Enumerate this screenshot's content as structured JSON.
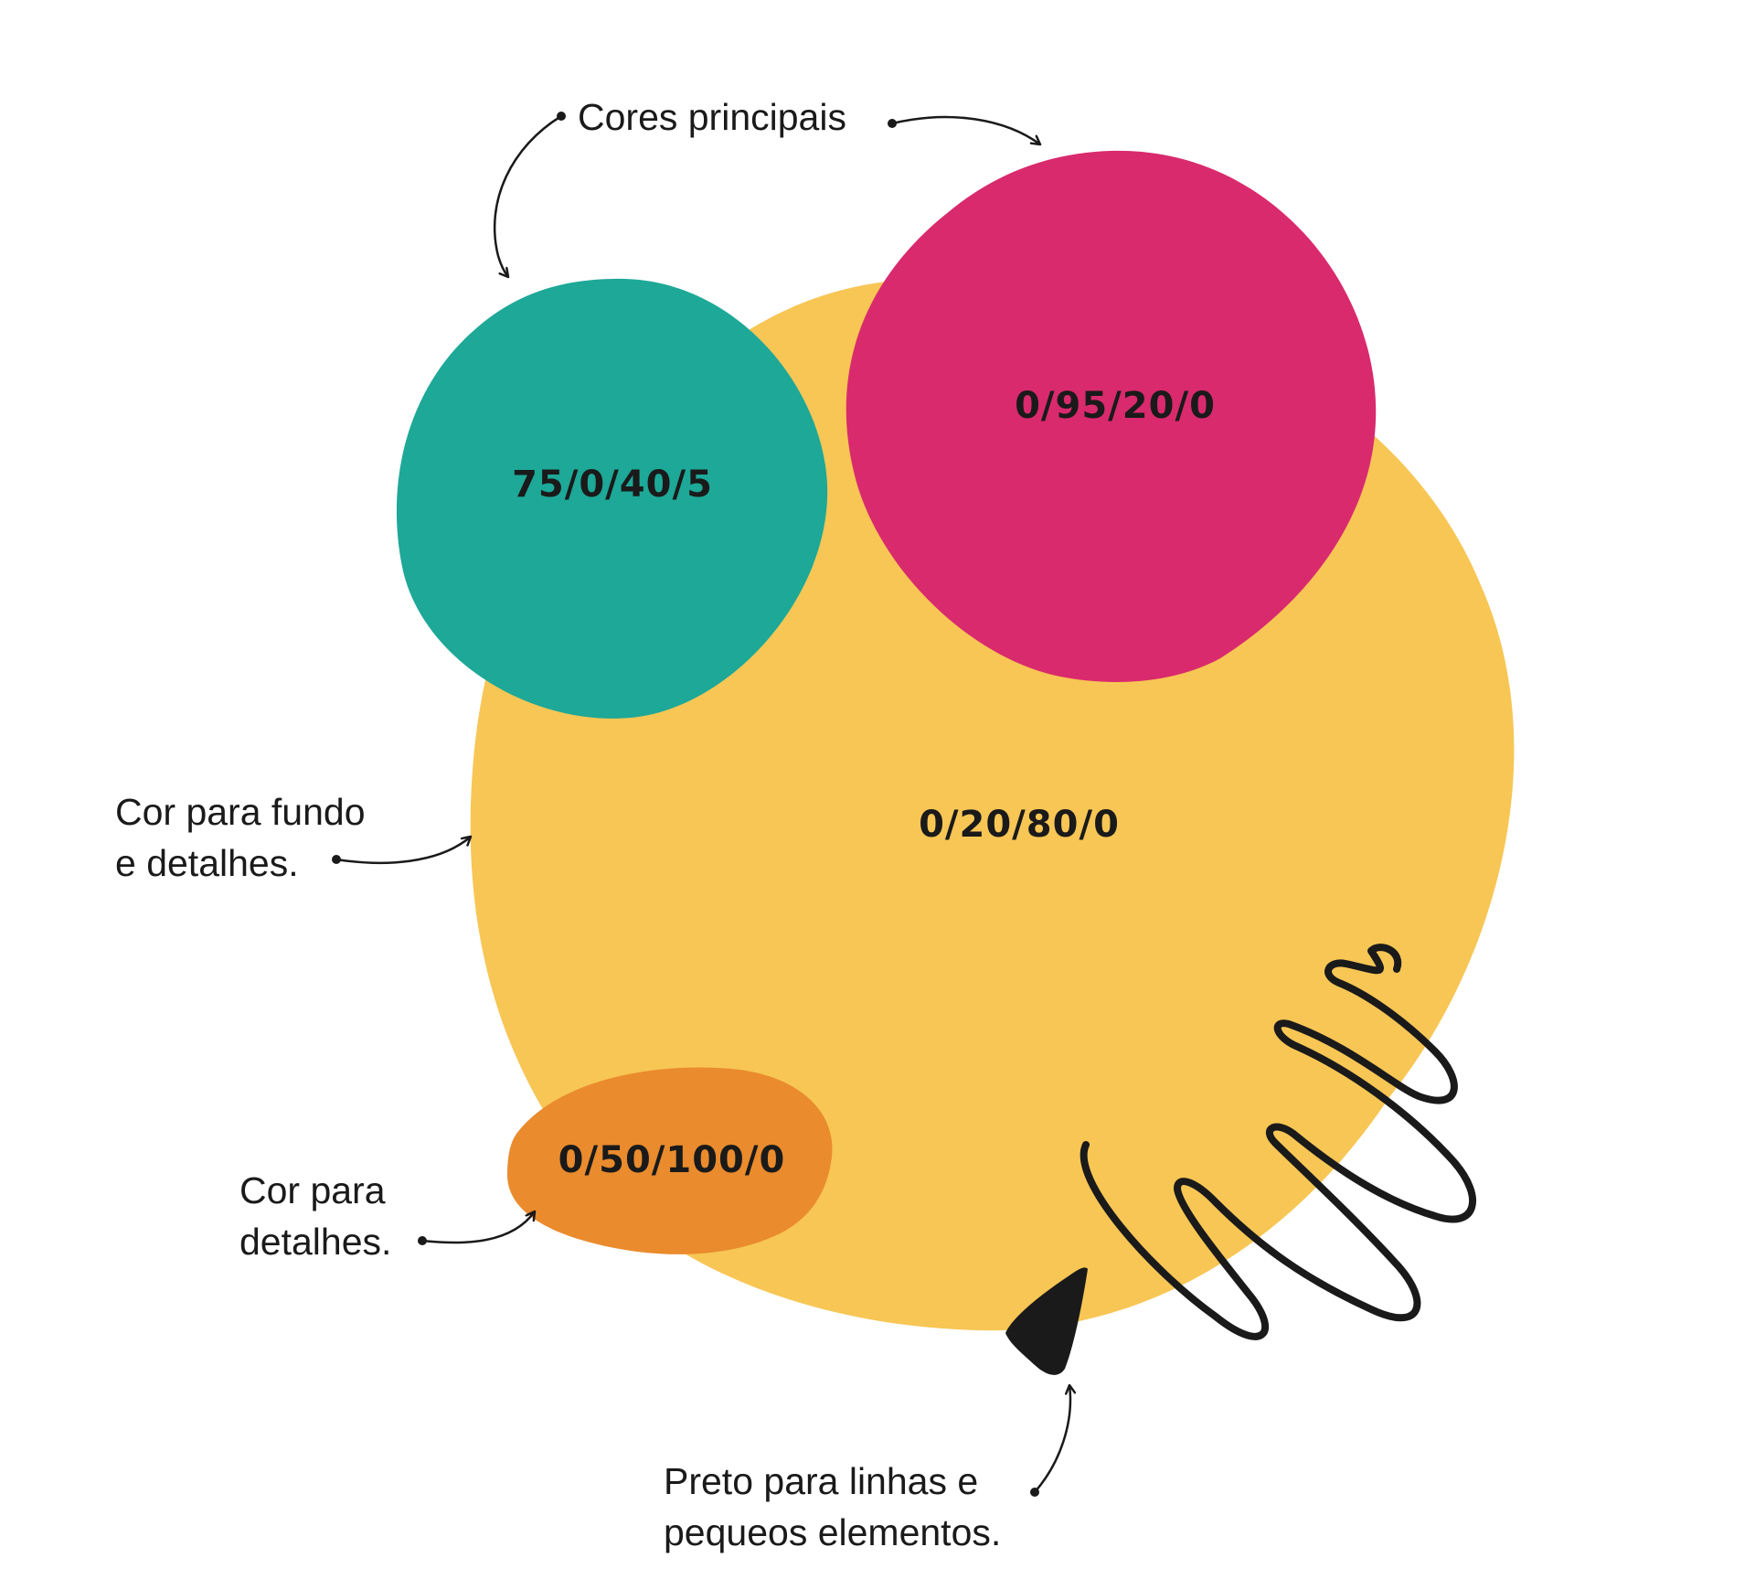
{
  "colors": {
    "yellow": "#F7C655",
    "teal": "#1DA898",
    "magenta": "#D92A6E",
    "orange": "#EA8B2D",
    "black": "#1A1A1A"
  },
  "swatches": {
    "teal": "75/0/40/5",
    "magenta": "0/95/20/0",
    "yellow": "0/20/80/0",
    "orange": "0/50/100/0"
  },
  "annotations": {
    "main_colors": "Cores principais",
    "background": [
      "Cor para fundo",
      "e detalhes."
    ],
    "details": [
      "Cor para",
      "detalhes."
    ],
    "black": [
      "Preto para linhas e",
      "pequeos elementos."
    ]
  }
}
